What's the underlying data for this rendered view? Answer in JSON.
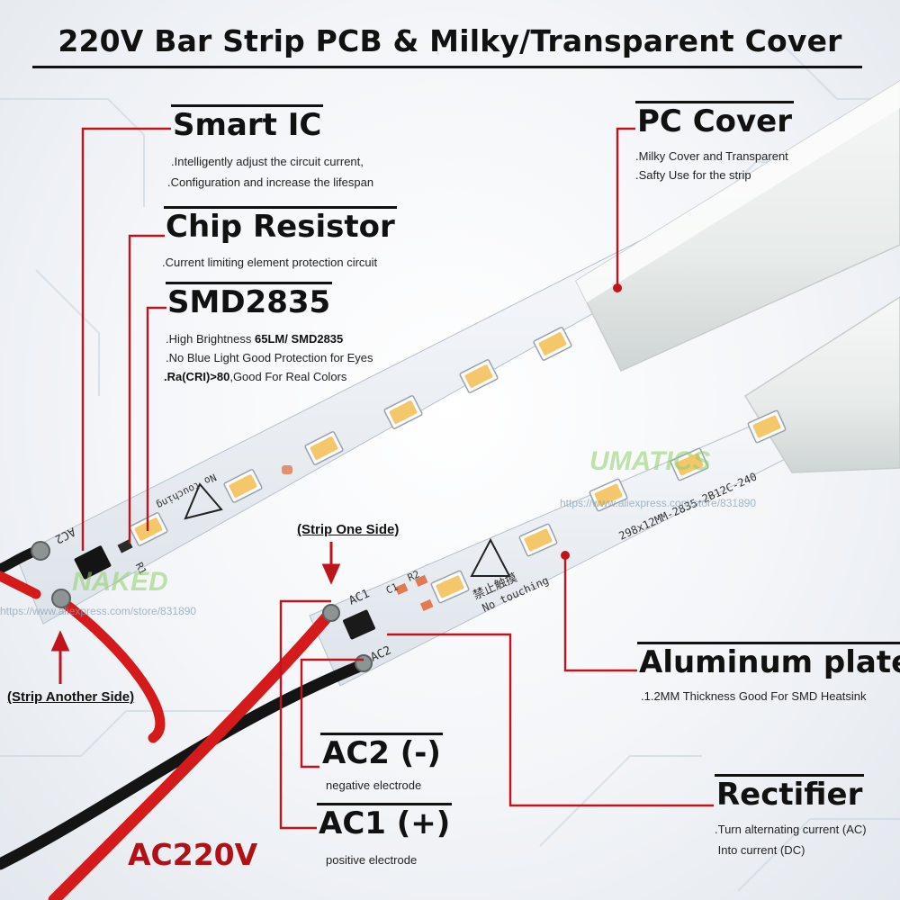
{
  "title": "220V Bar Strip PCB & Milky/Transparent Cover",
  "labels": {
    "smart_ic": {
      "heading": "Smart IC",
      "lines": [
        ".Intelligently adjust the circuit current,",
        ".Configuration and increase the lifespan"
      ]
    },
    "chip_resistor": {
      "heading": "Chip Resistor",
      "lines": [
        ".Current limiting element protection circuit"
      ]
    },
    "smd2835": {
      "heading": "SMD2835",
      "line1_prefix": ".High Brightness ",
      "line1_bold": "65LM/ SMD2835",
      "line2": ".No Blue Light Good Protection for Eyes",
      "line3_bold": ".Ra(CRI)>80",
      "line3_rest": ",Good For Real Colors"
    },
    "pc_cover": {
      "heading": "PC Cover",
      "lines": [
        ".Milky Cover and Transparent",
        ".Safty Use for the strip"
      ]
    },
    "aluminum_plate": {
      "heading": "Aluminum plate",
      "lines": [
        ".1.2MM Thickness Good For SMD Heatsink"
      ]
    },
    "ac2": {
      "heading": "AC2 (-)",
      "line": "negative electrode"
    },
    "ac1": {
      "heading": "AC1 (+)",
      "line": "positive electrode"
    },
    "rectifier": {
      "heading": "Rectifier",
      "lines": [
        ".Turn alternating current (AC)",
        " Into current (DC)"
      ]
    },
    "strip_one_side": "(Strip One Side)",
    "strip_another_side": "(Strip Another Side)",
    "ac220v": "AC220V"
  },
  "pcb_prints": {
    "upper_ac2": "AC2",
    "upper_r1": "R1",
    "upper_no_touching": "No touching",
    "lower_ac1": "AC1",
    "lower_c1": "C1",
    "lower_r2": "R2",
    "lower_ac2": "AC2",
    "lower_chinese": "禁止触摸",
    "lower_no_touching": "No touching",
    "lower_part_number": "298x12MM-2835-2B12C-240"
  },
  "watermarks": {
    "store_left": "https://www.aliexpress.com/store/831890",
    "store_right": "https://www.aliexpress.com/store/831890",
    "brand_left": "NAKED",
    "brand_right": "UMATICS"
  },
  "colors": {
    "leader_red": "#c0141c",
    "pcb_white": "#f2f4f7",
    "led_yellow": "#f4c86a",
    "wire_red": "#d41a1a",
    "wire_black": "#141414",
    "cover_milky": "#ecefee"
  }
}
